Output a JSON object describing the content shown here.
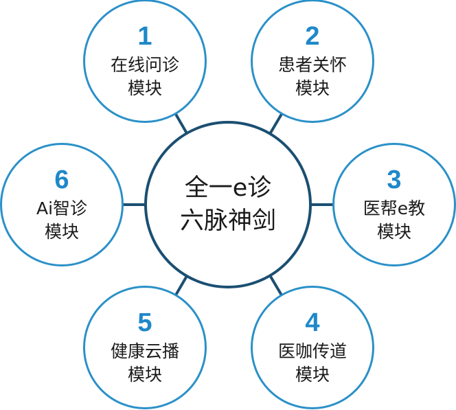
{
  "colors": {
    "node_border": "#2a90c8",
    "number": "#1e88c9",
    "center_border": "#1b4f72",
    "connector": "#1b4f72",
    "text": "#1a1a1a"
  },
  "center": {
    "line1": "全一e诊",
    "line2": "六脉神剑"
  },
  "nodes": [
    {
      "number": "1",
      "line1": "在线问诊",
      "line2": "模块"
    },
    {
      "number": "2",
      "line1": "患者关怀",
      "line2": "模块"
    },
    {
      "number": "3",
      "line1": "医帮e教",
      "line2": "模块"
    },
    {
      "number": "4",
      "line1": "医咖传道",
      "line2": "模块"
    },
    {
      "number": "5",
      "line1": "健康云播",
      "line2": "模块"
    },
    {
      "number": "6",
      "line1": "Ai智诊",
      "line2": "模块"
    }
  ]
}
